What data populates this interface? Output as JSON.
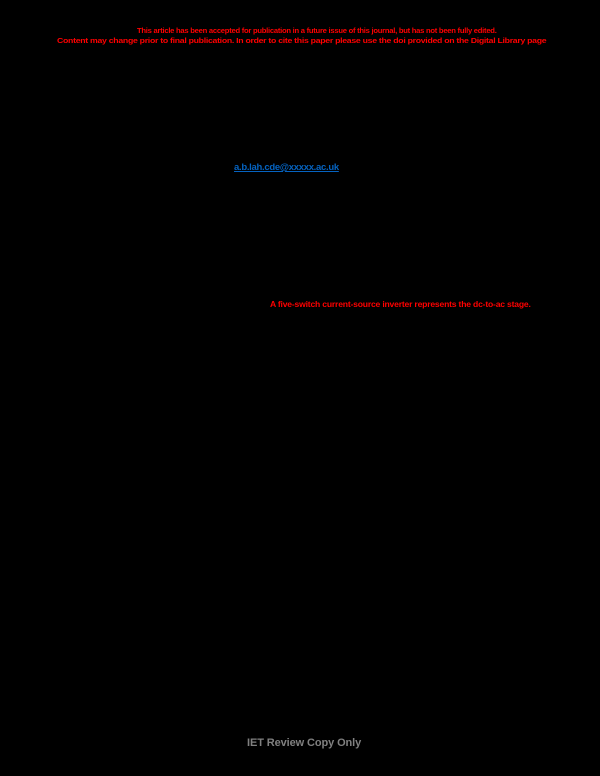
{
  "header_banner": {
    "line1": "This article has been accepted for publication in a future issue of this journal, but has not been fully edited.",
    "line2": "Content may change prior to final publication. In order to cite this paper please use the doi provided on the Digital Library page",
    "color": "#ff0000"
  },
  "author_contact": {
    "email_link_text": "a.b.lah.cde@xxxxx.ac.uk",
    "color": "#0563c1"
  },
  "figure": {
    "caption": "A five-switch current-source inverter represents the dc-to-ac stage.",
    "caption_color": "#ff0000"
  },
  "footer": {
    "watermark": "IET Review Copy Only",
    "color": "#808080"
  },
  "page": {
    "background": "#000000"
  }
}
